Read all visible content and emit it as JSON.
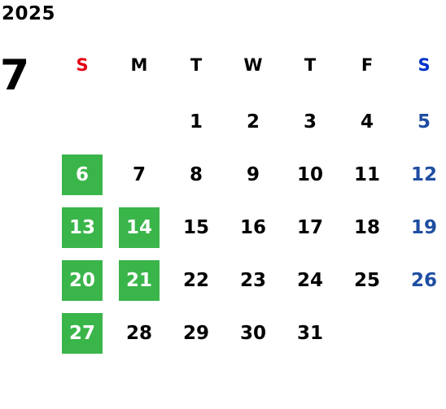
{
  "year": "2025",
  "month": "7",
  "colors": {
    "default": "#000000",
    "sunday_header": "#e60012",
    "saturday_header": "#0033cc",
    "saturday_day": "#1f4ea1",
    "highlight_bg": "#3ab54a",
    "highlight_text": "#ffffff"
  },
  "weekdays": [
    "S",
    "M",
    "T",
    "W",
    "T",
    "F",
    "S"
  ],
  "days": [
    {
      "label": "1",
      "col": 2,
      "week": 0
    },
    {
      "label": "2",
      "col": 3,
      "week": 0
    },
    {
      "label": "3",
      "col": 4,
      "week": 0
    },
    {
      "label": "4",
      "col": 5,
      "week": 0
    },
    {
      "label": "5",
      "col": 6,
      "week": 0
    },
    {
      "label": "6",
      "col": 0,
      "week": 1,
      "highlight": true
    },
    {
      "label": "7",
      "col": 1,
      "week": 1
    },
    {
      "label": "8",
      "col": 2,
      "week": 1
    },
    {
      "label": "9",
      "col": 3,
      "week": 1
    },
    {
      "label": "10",
      "col": 4,
      "week": 1
    },
    {
      "label": "11",
      "col": 5,
      "week": 1
    },
    {
      "label": "12",
      "col": 6,
      "week": 1
    },
    {
      "label": "13",
      "col": 0,
      "week": 2,
      "highlight": true
    },
    {
      "label": "14",
      "col": 1,
      "week": 2,
      "highlight": true
    },
    {
      "label": "15",
      "col": 2,
      "week": 2
    },
    {
      "label": "16",
      "col": 3,
      "week": 2
    },
    {
      "label": "17",
      "col": 4,
      "week": 2
    },
    {
      "label": "18",
      "col": 5,
      "week": 2
    },
    {
      "label": "19",
      "col": 6,
      "week": 2
    },
    {
      "label": "20",
      "col": 0,
      "week": 3,
      "highlight": true
    },
    {
      "label": "21",
      "col": 1,
      "week": 3,
      "highlight": true
    },
    {
      "label": "22",
      "col": 2,
      "week": 3
    },
    {
      "label": "23",
      "col": 3,
      "week": 3
    },
    {
      "label": "24",
      "col": 4,
      "week": 3
    },
    {
      "label": "25",
      "col": 5,
      "week": 3
    },
    {
      "label": "26",
      "col": 6,
      "week": 3
    },
    {
      "label": "27",
      "col": 0,
      "week": 4,
      "highlight": true
    },
    {
      "label": "28",
      "col": 1,
      "week": 4
    },
    {
      "label": "29",
      "col": 2,
      "week": 4
    },
    {
      "label": "30",
      "col": 3,
      "week": 4
    },
    {
      "label": "31",
      "col": 4,
      "week": 4
    }
  ]
}
